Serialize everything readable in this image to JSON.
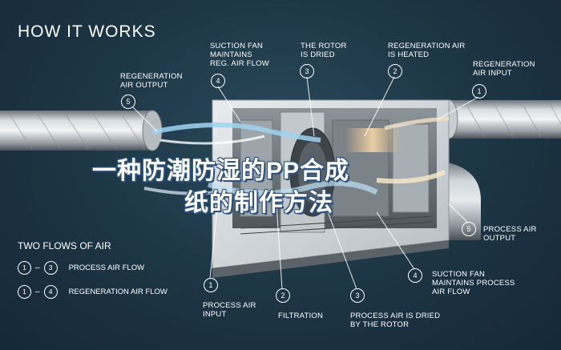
{
  "header": {
    "title": "HOW IT WORKS"
  },
  "overlay": {
    "line1": "一种防潮防湿的PP合成",
    "line2": "纸的制作方法"
  },
  "top_labels": {
    "regen_output": {
      "num": "5",
      "text": "REGENERATION\nAIR OUTPUT"
    },
    "suction_fan": {
      "num": "4",
      "text": "SUCTION FAN\nMAINTAINS\nREG. AIR FLOW"
    },
    "rotor_dried": {
      "num": "3",
      "text": "THE ROTOR\nIS DRIED"
    },
    "regen_heated": {
      "num": "2",
      "text": "REGENERATION AIR\nIS HEATED"
    },
    "regen_input": {
      "num": "1",
      "text": "REGENERATION\nAIR INPUT"
    }
  },
  "bottom_labels": {
    "process_input": {
      "num": "1",
      "text": "PROCESS AIR\nINPUT"
    },
    "filtration": {
      "num": "2",
      "text": "FILTRATION"
    },
    "process_dried": {
      "num": "3",
      "text": "PROCESS AIR IS DRIED\nBY THE ROTOR"
    },
    "suction_process": {
      "num": "4",
      "text": "SUCTION FAN\nMAINTAINS PROCESS\nAIR FLOW"
    },
    "process_output": {
      "num": "5",
      "text": "PROCESS AIR\nOUTPUT"
    }
  },
  "legend": {
    "title": "TWO FLOWS OF AIR",
    "rows": [
      {
        "from": "1",
        "to": "3",
        "label": "PROCESS AIR FLOW"
      },
      {
        "from": "1",
        "to": "4",
        "label": "REGENERATION AIR FLOW"
      }
    ]
  }
}
